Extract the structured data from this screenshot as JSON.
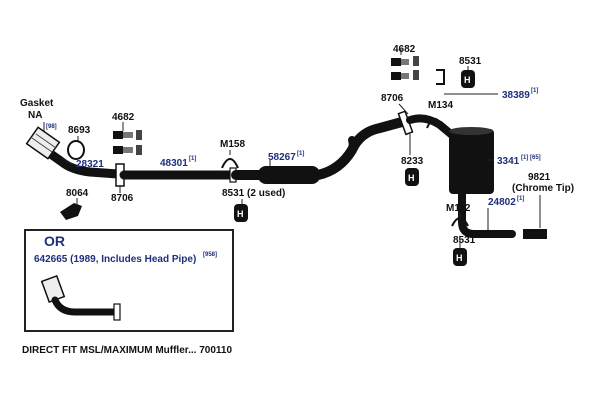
{
  "labels": {
    "gasket": "Gasket",
    "na": "NA",
    "ref98": "[98]",
    "p8693": "8693",
    "p4682a": "4682",
    "p28321": "28321",
    "p8064": "8064",
    "p8706a": "8706",
    "p48301": "48301",
    "ref1a": "[1]",
    "m158": "M158",
    "p58267": "58267",
    "ref1b": "[1]",
    "p8531a": "8531 (2 used)",
    "p4682b": "4682",
    "p8531b": "8531",
    "p38389": "38389",
    "ref1c": "[1]",
    "p8706b": "8706",
    "m134": "M134",
    "p8233": "8233",
    "p3341": "3341",
    "ref1_65": "[1] [65]",
    "p9821": "9821",
    "chrome_tip": "(Chrome Tip)",
    "m112": "M112",
    "p24802": "24802",
    "ref1d": "[1]",
    "p8531c": "8531"
  },
  "or_box": {
    "or": "OR",
    "part": "642665 (1989, Includes Head Pipe)",
    "ref958": "[958]"
  },
  "caption": "DIRECT FIT MSL/MAXIMUM Muffler... 700110",
  "colors": {
    "part_blue": "#1f2f7a",
    "ink": "#111111"
  }
}
